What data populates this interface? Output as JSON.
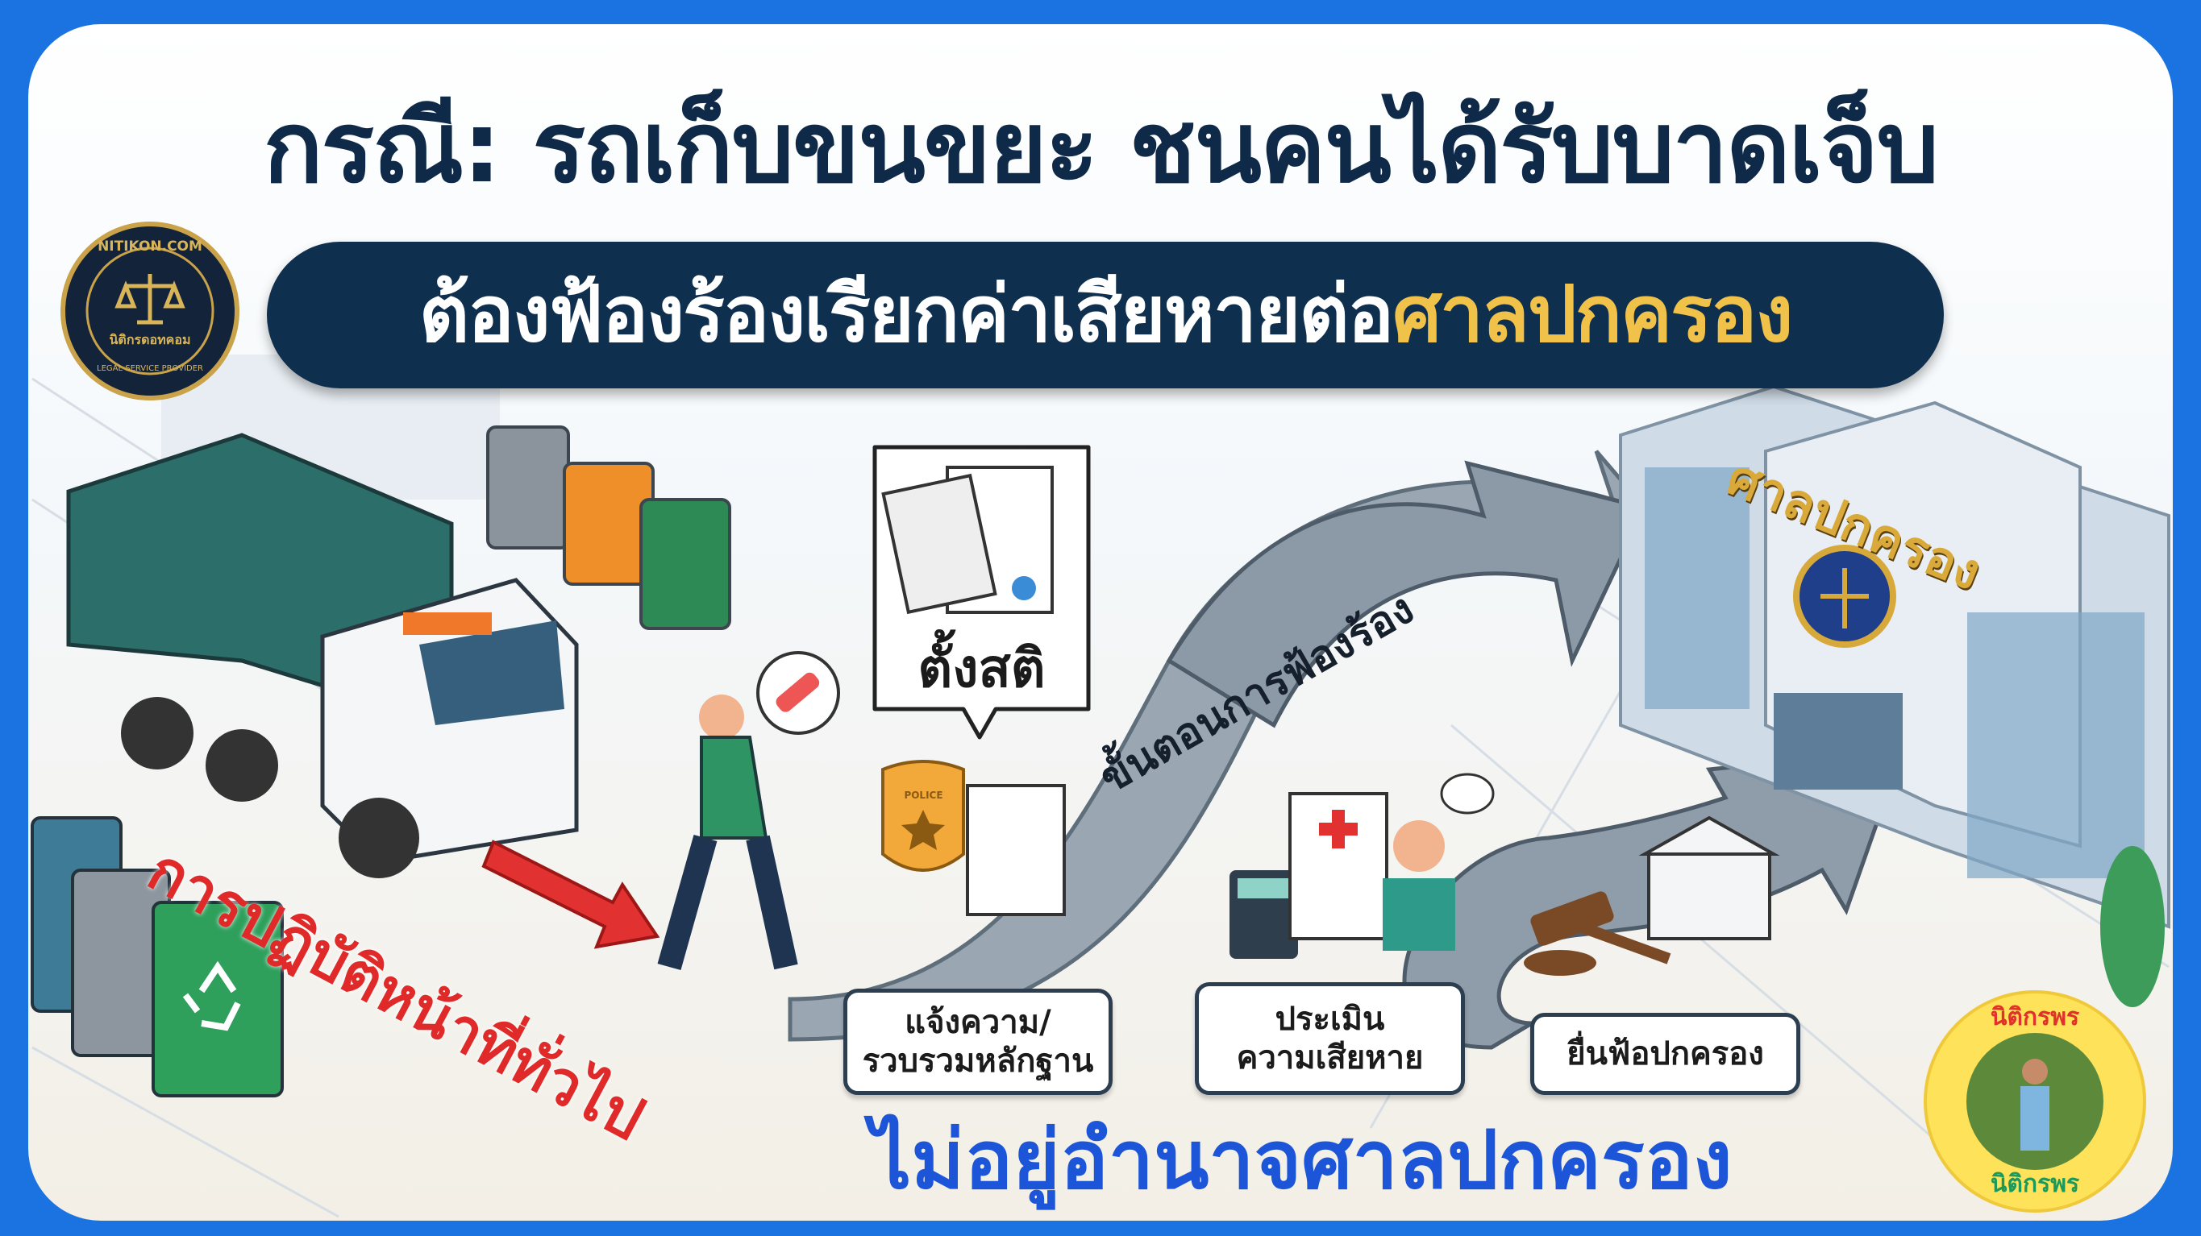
{
  "title": "กรณี: รถเก็บขนขยะ ชนคนได้รับบาดเจ็บ",
  "banner": {
    "text_main": "ต้องฟ้องร้องเรียกค่าเสียหายต่อ",
    "text_highlight": "ศาลปกครอง"
  },
  "logo": {
    "top_text": "NITIKON.COM",
    "center_text": "นิติกรดอทคอม",
    "bottom_text": "LEGAL SERVICE PROVIDER"
  },
  "court_sign": "ศาลปกครอง",
  "speech_bubble": "ตั้งสติ",
  "road_label": "ขั้นตอนการฟ้องร้อง",
  "police_badge": "POLICE",
  "steps": [
    {
      "line1": "แจ้งความ/",
      "line2": "รวบรวมหลักฐาน"
    },
    {
      "line1": "ประเมิน",
      "line2": "ความเสียหาย"
    },
    {
      "line1": "ยื่นฟ้อปกครอง",
      "line2": ""
    }
  ],
  "red_note": "การปฏิบัติหน้าที่ทั่วไป",
  "blue_note": "ไม่อยู่อำนาจศาลปกครอง",
  "author_badge": {
    "top": "นิติกรพร",
    "bottom": "นิติกรพร"
  },
  "colors": {
    "frame": "#1a73e0",
    "navy": "#0f2f4f",
    "gold": "#f0c24a",
    "red": "#e02a2a",
    "blue": "#1d55d8",
    "badge_yellow": "#fde25a"
  }
}
